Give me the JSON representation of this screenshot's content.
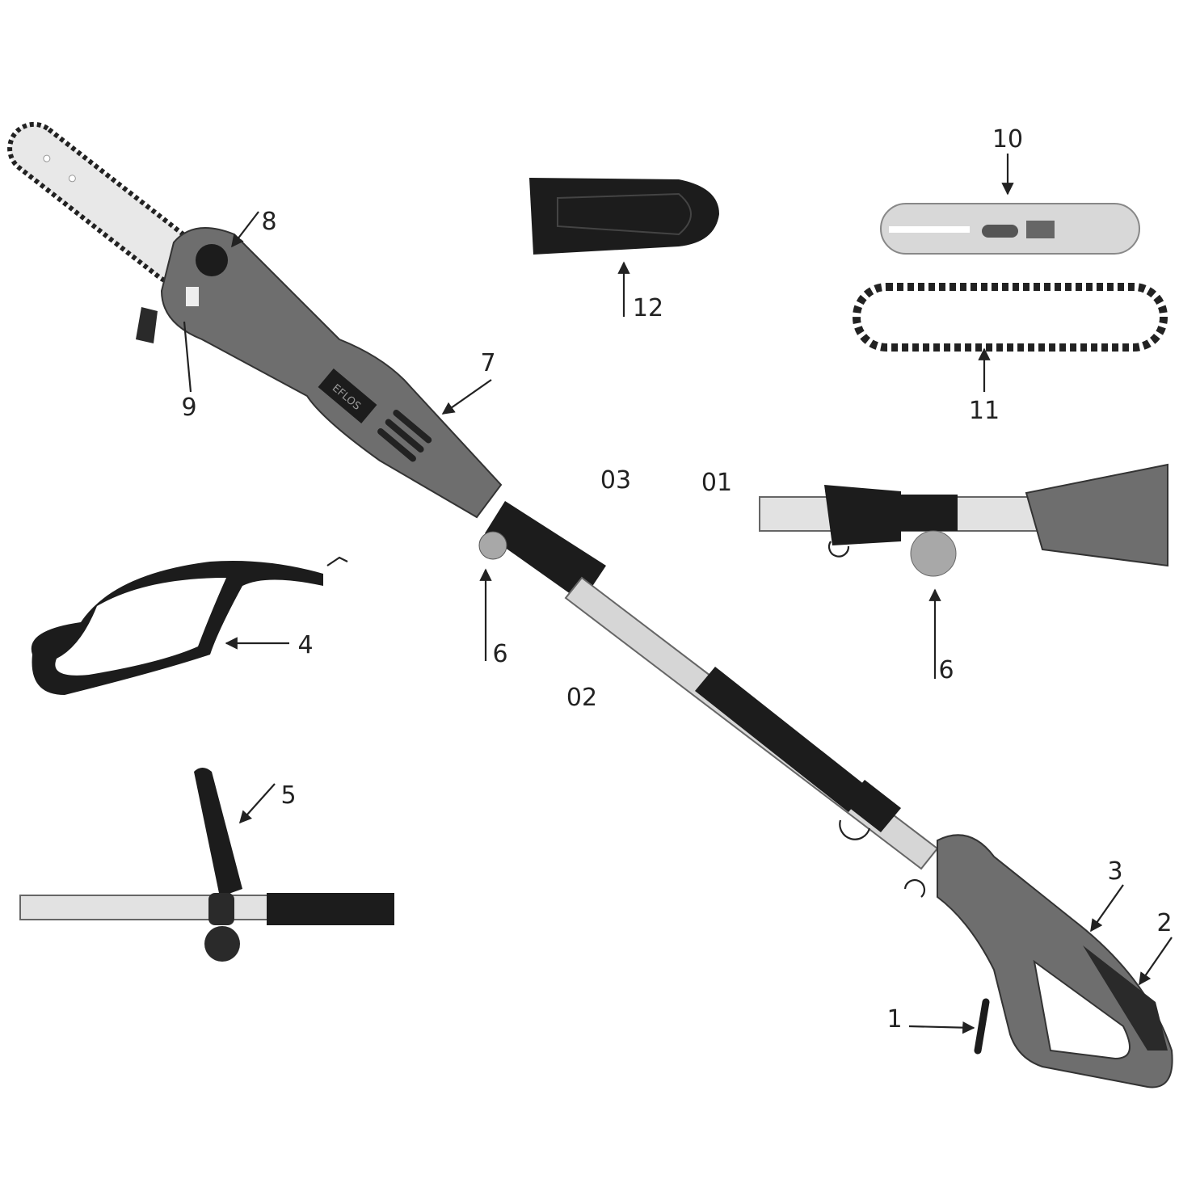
{
  "diagram": {
    "brand_logo_text": "EFLOS",
    "callouts": {
      "c1": "1",
      "c2": "2",
      "c3": "3",
      "c4": "4",
      "c5": "5",
      "c6a": "6",
      "c6b": "6",
      "c7": "7",
      "c8": "8",
      "c9": "9",
      "c10": "10",
      "c11": "11",
      "c12": "12"
    },
    "section_labels": {
      "s01": "01",
      "s02": "02",
      "s03": "03"
    },
    "colors": {
      "body": "#6e6e6e",
      "dark": "#1c1c1c",
      "metal": "#d6d6d6",
      "knob": "#a8a8a8"
    }
  }
}
